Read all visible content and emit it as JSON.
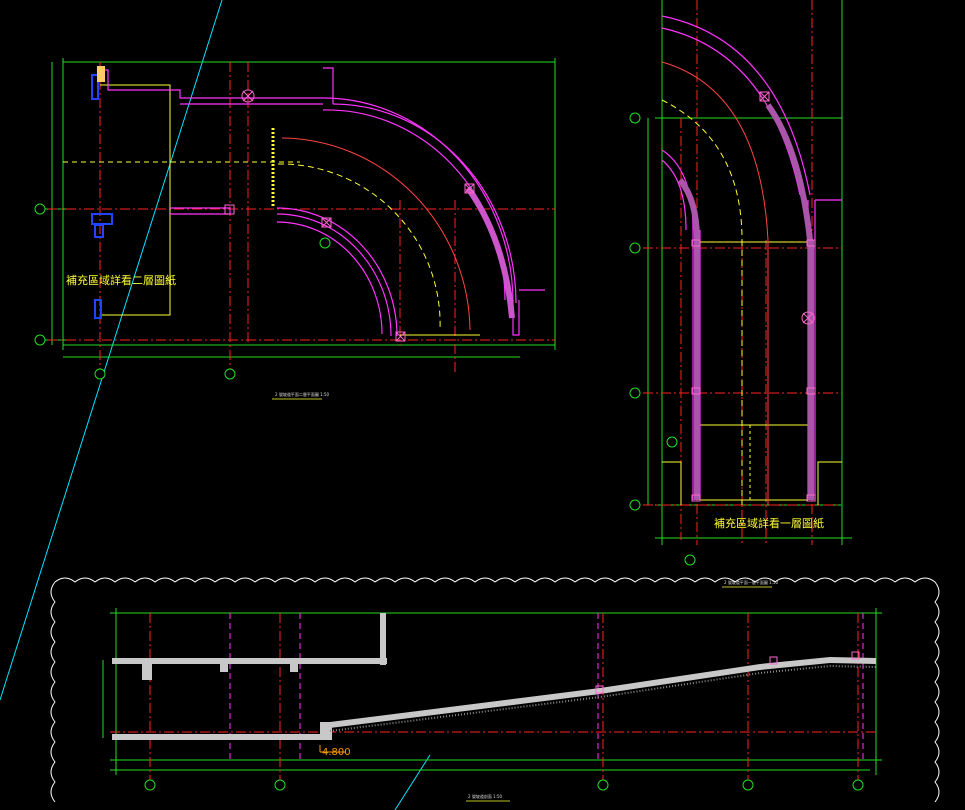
{
  "drawings": {
    "top_left": {
      "annotation": "補充區域詳看二層圖紙",
      "caption": "2 號坡道平面二層平面圖  1:50"
    },
    "top_right": {
      "annotation": "補充區域詳看一層圖紙",
      "caption": "2 號坡道平面一層平面圖  1:50"
    },
    "bottom": {
      "caption": "2 號坡道剖面  1:50",
      "elevation_label": "4.800"
    }
  },
  "colors": {
    "background": "#000000",
    "grid_axis": "#ff2222",
    "dimension": "#22dd22",
    "wall": "#ff33ff",
    "centerline": "#ffff33",
    "guide": "#00e5ff",
    "column": "#ff66cc",
    "slab": "#c8c8c8",
    "cloud": "#ffffff",
    "elevation": "#ff9900",
    "blue_column": "#2244ff"
  }
}
